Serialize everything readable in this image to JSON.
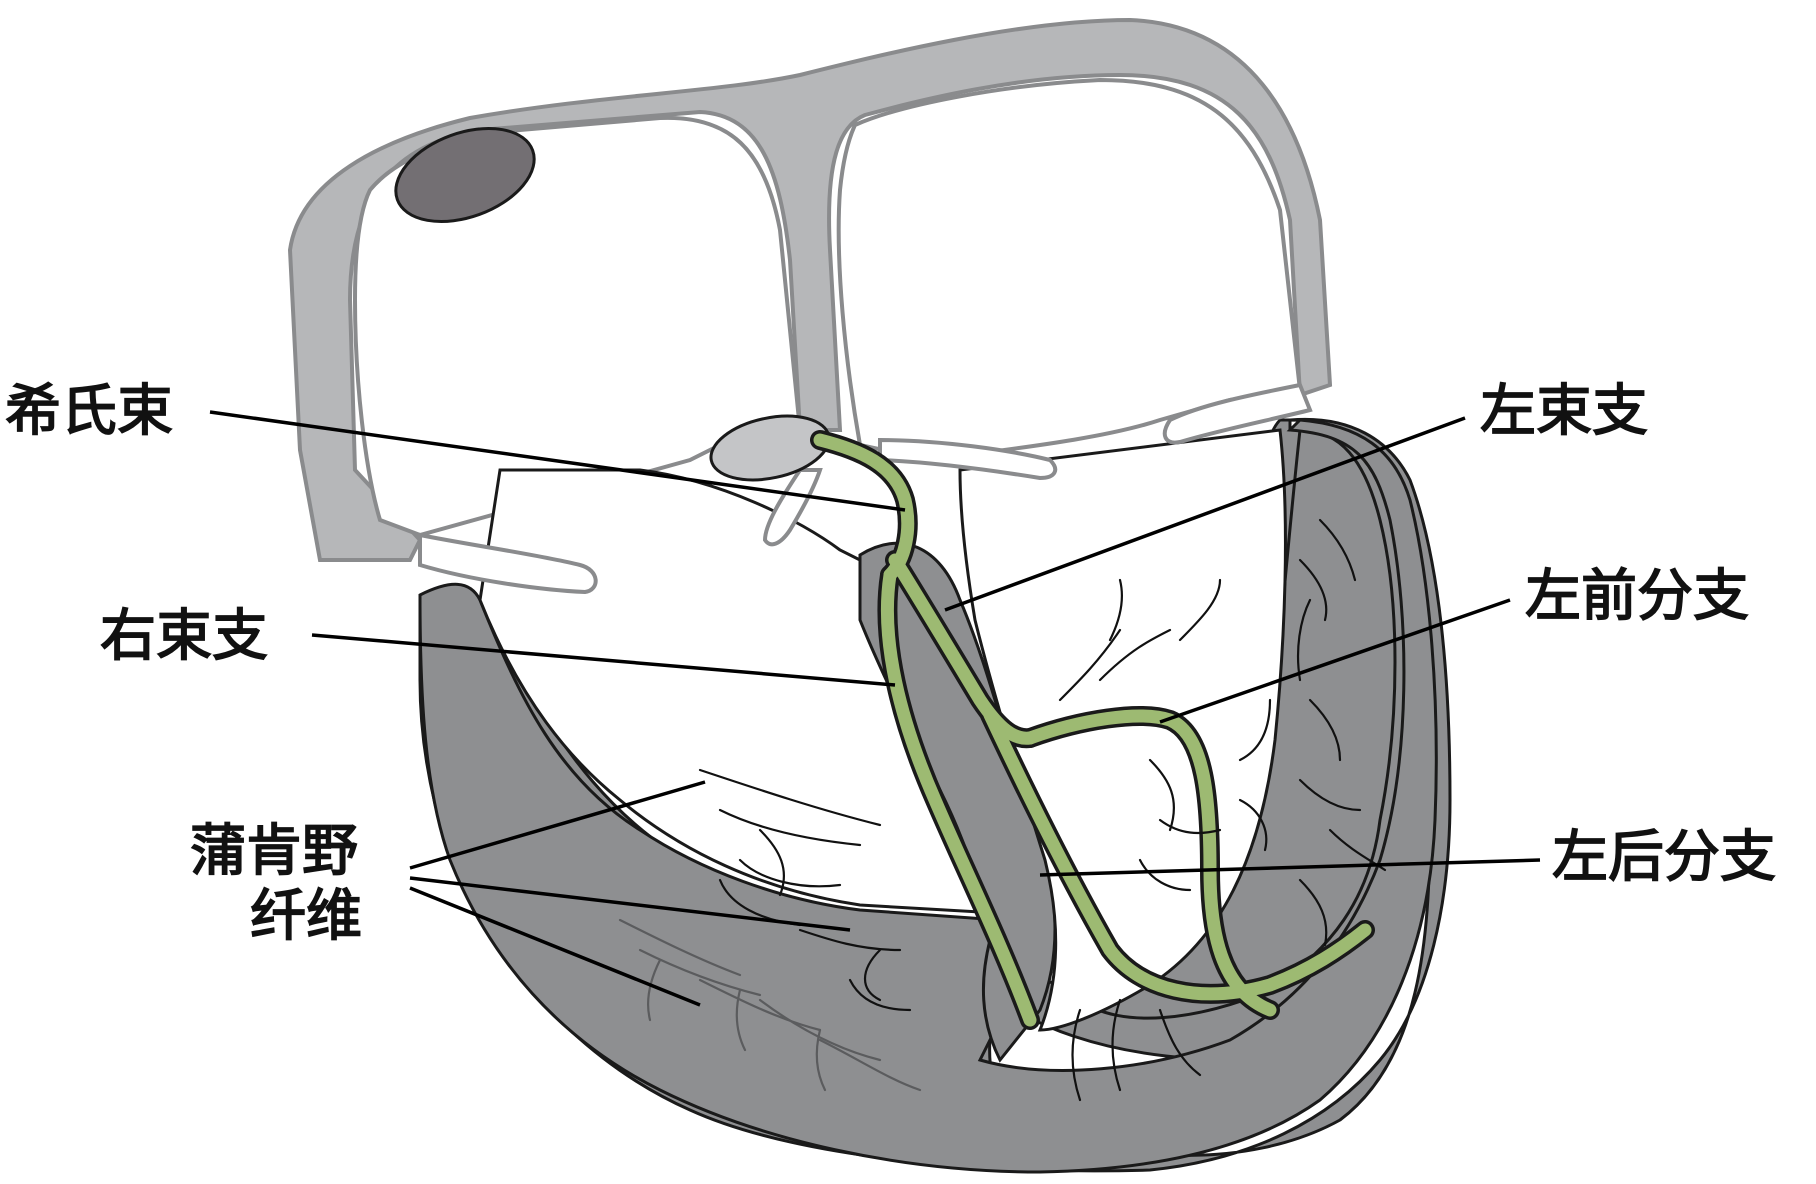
{
  "labels": {
    "his_bundle": "希氏束",
    "right_bundle_branch": "右束支",
    "purkinje_line1": "蒲肯野",
    "purkinje_line2": "纤维",
    "left_bundle_branch": "左束支",
    "left_anterior_fascicle": "左前分支",
    "left_posterior_fascicle": "左后分支"
  },
  "colors": {
    "atrial_wall": "#b6b7b9",
    "ventricle_wall": "#8e8f91",
    "sa_node": "#736f73",
    "av_node": "#c4c5c7",
    "conduction_system": "#9dba72",
    "purkinje_fibers": "#111111"
  }
}
